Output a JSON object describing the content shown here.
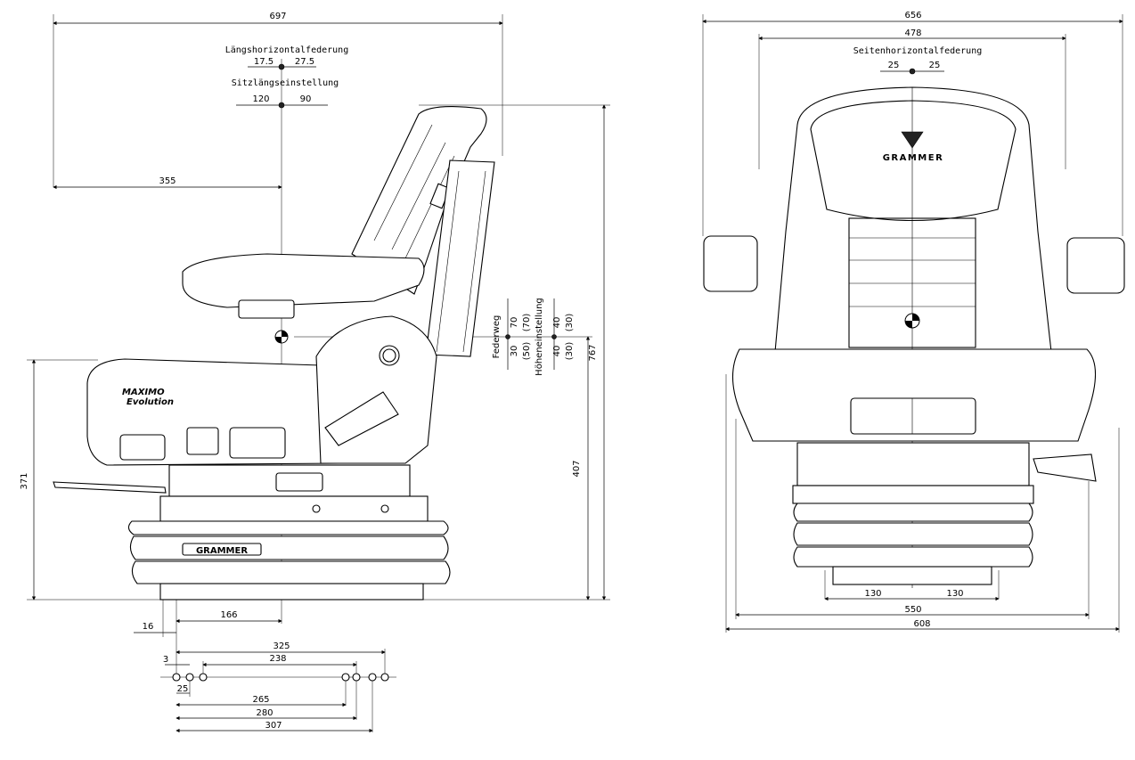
{
  "side_view": {
    "labels": {
      "laengshorizontal": "Längshorizontalfederung",
      "sitzlaengs": "Sitzlängseinstellung",
      "federweg": "Federweg",
      "hoeheneinstellung": "Höheneinstellung",
      "brand": "GRAMMER",
      "model_line1": "MAXIMO",
      "model_line2": "Evolution"
    },
    "dims": {
      "overall_length": "697",
      "lh_left": "17.5",
      "lh_right": "27.5",
      "sl_left": "120",
      "sl_right": "90",
      "cog_from_front": "355",
      "height_total": "767",
      "height_cog": "407",
      "height_front": "371",
      "fw_up": "70",
      "fw_down": "30",
      "fw_up_alt": "(70)",
      "fw_down_alt": "(50)",
      "he_up": "40",
      "he_down": "40",
      "he_up_alt": "(30)",
      "he_down_alt": "(30)",
      "base_offset": "16",
      "base_to_cog": "166"
    }
  },
  "hole_pattern": {
    "dims": {
      "d325": "325",
      "d3": "3",
      "d238": "238",
      "d25": "25",
      "d265": "265",
      "d280": "280",
      "d307": "307"
    }
  },
  "front_view": {
    "labels": {
      "seitenhorizontal": "Seitenhorizontalfederung",
      "brand": "GRAMMER"
    },
    "dims": {
      "overall_width": "656",
      "backrest_width": "478",
      "sh_left": "25",
      "sh_right": "25",
      "base_left": "130",
      "base_right": "130",
      "base_width": "550",
      "overall_base": "608"
    }
  }
}
